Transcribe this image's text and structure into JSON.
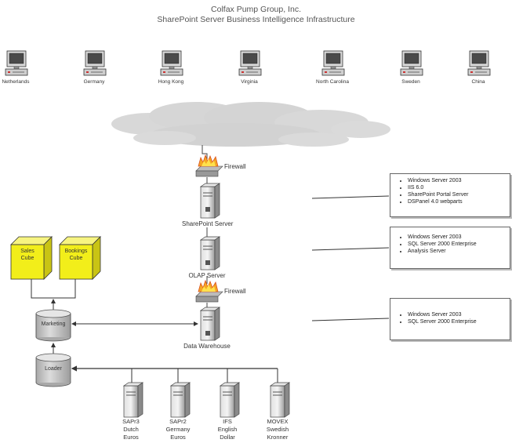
{
  "title": {
    "line1": "Colfax Pump Group, Inc.",
    "line2": "SharePoint Server Business Intelligence Infrastructure"
  },
  "workstations": [
    {
      "label": "Netherlands"
    },
    {
      "label": "Germany"
    },
    {
      "label": "Hong Kong"
    },
    {
      "label": "Virginia"
    },
    {
      "label": "North Carolina"
    },
    {
      "label": "Sweden"
    },
    {
      "label": "China"
    }
  ],
  "firewalls": [
    {
      "label": "Firewall"
    },
    {
      "label": "Firewall"
    }
  ],
  "servers": {
    "sharepoint": "SharePoint Server",
    "olap": "OLAP Server",
    "warehouse": "Data Warehouse"
  },
  "cubes": {
    "sales": {
      "line1": "Sales",
      "line2": "Cube"
    },
    "bookings": {
      "line1": "Bookings",
      "line2": "Cube"
    }
  },
  "databases": {
    "marketing": "Marketing",
    "loader": "Loader"
  },
  "sources": [
    {
      "line1": "SAPr3",
      "line2": "Dutch",
      "line3": "Euros"
    },
    {
      "line1": "SAPr2",
      "line2": "Germany",
      "line3": "Euros"
    },
    {
      "line1": "IFS",
      "line2": "English",
      "line3": "Dollar"
    },
    {
      "line1": "MOVEX",
      "line2": "Swedish",
      "line3": "Kronner"
    }
  ],
  "infoboxes": [
    {
      "items": [
        "Windows Server 2003",
        "IIS 6.0",
        "SharePoint Portal Server",
        "DSPanel 4.0 webparts"
      ]
    },
    {
      "items": [
        "Windows Server 2003",
        "SQL Server 2000 Enterprise",
        "Analysis Server"
      ]
    },
    {
      "items": [
        "Windows Server 2003",
        "SQL Server 2000 Enterprise"
      ]
    }
  ],
  "colors": {
    "cube_yellow": "#f2ee1a",
    "cylinder_gray": "#c8c8c8",
    "cloud_gray": "#d6d6d6",
    "firewall_orange": "#f5a623"
  }
}
